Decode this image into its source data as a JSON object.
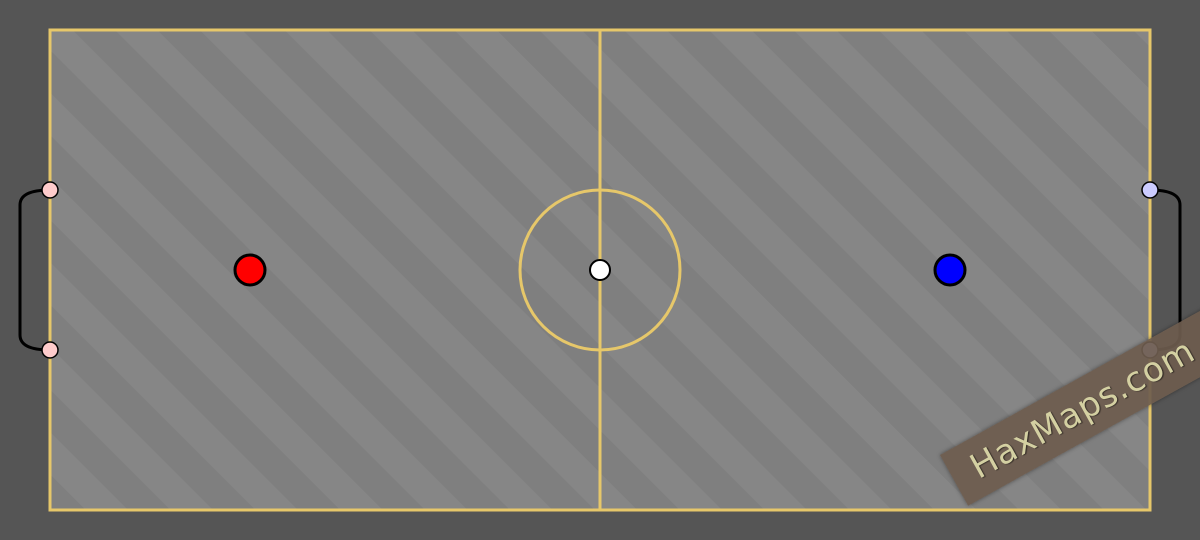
{
  "map": {
    "background_color": "#555555",
    "field_color": "#7f7f7f",
    "stripe_color": "#868686",
    "line_color": "#e6c76a",
    "goal_net_color": "#000000"
  },
  "red_goal": {
    "post_color": "#ffcccc"
  },
  "blue_goal": {
    "post_color": "#ccccff"
  },
  "players": [
    {
      "team": "red",
      "color": "#ff0000"
    },
    {
      "team": "blue",
      "color": "#0000ff"
    }
  ],
  "ball": {
    "color": "#ffffff"
  },
  "watermark": {
    "text": "HaxMaps.com"
  }
}
